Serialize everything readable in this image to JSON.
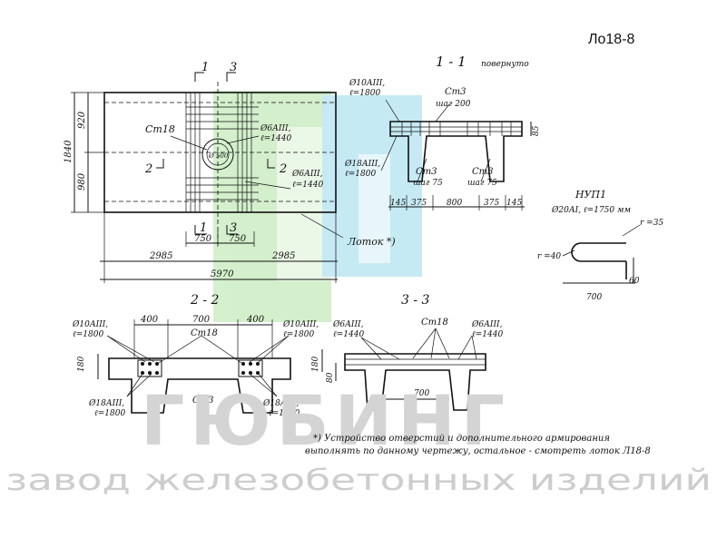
{
  "sheet_code": "Ло18-8",
  "section_11": {
    "title": "1 - 1",
    "note": "повернуто"
  },
  "section_22": {
    "title": "2 - 2"
  },
  "section_33": {
    "title": "3 - 3"
  },
  "cut_marks": {
    "one": "1",
    "three": "3",
    "two": "2"
  },
  "plan": {
    "height_total": "1840",
    "height_top": "920",
    "height_bottom": "980",
    "half_left": "750",
    "half_right": "750",
    "len_left": "2985",
    "len_right": "2985",
    "len_total": "5970",
    "label_st18": "Ст18",
    "label_f6a_1": "Ø6АIII,",
    "label_f6a_1_len": "ℓ=1440",
    "label_f6a_2": "Ø6АIII,",
    "label_f6a_2_len": "ℓ=1440",
    "hole_label": "Ø 500",
    "lotok_label": "Лоток *)"
  },
  "sect11": {
    "f10": "Ø10АIII,",
    "f10_len": "ℓ=1800",
    "st3_top": "Ст3",
    "st3_top_step": "шаг 200",
    "f18": "Ø18АIII,",
    "f18_len": "ℓ=1800",
    "st3_a": "Ст3",
    "st3_a_step": "шаг 75",
    "st3_b": "Ст3",
    "st3_b_step": "шаг 75",
    "h": "85",
    "dims": [
      "145",
      "375",
      "800",
      "375",
      "145"
    ]
  },
  "nup": {
    "title": "НУП1",
    "spec": "Ø20АI, ℓ=1750 мм",
    "r1": "r =35",
    "r2": "r =40",
    "h": "60",
    "len": "700"
  },
  "sect22": {
    "dim1": "400",
    "dim2": "700",
    "dim3": "400",
    "f10_left": "Ø10АIII,",
    "f10_left_len": "ℓ=1800",
    "f10_right": "Ø10АIII,",
    "f10_right_len": "ℓ=1800",
    "st18": "Ст18",
    "h": "180",
    "f18_left": "Ø18АIII,",
    "f18_left_len": "ℓ=1800",
    "st3": "Ст3",
    "f18_right": "Ø18АIII,",
    "f18_right_len": "ℓ=1800"
  },
  "sect33": {
    "f6_left": "Ø6АIII,",
    "f6_left_len": "ℓ=1440",
    "st18": "Ст18",
    "f6_right": "Ø6АIII,",
    "f6_right_len": "ℓ=1440",
    "h1": "180",
    "h2": "80",
    "w": "700"
  },
  "footnote": {
    "line1": "*) Устройство отверстий и дополнительного армирования",
    "line2": "выполнять по данному чертежу, остальное - смотреть лоток Л18-8"
  },
  "watermark": {
    "brand": "ГЮБИНГ",
    "tagline": "завод железобетонных изделий",
    "color_green": "#c9ecc0",
    "color_blue": "#b8e6f2"
  }
}
